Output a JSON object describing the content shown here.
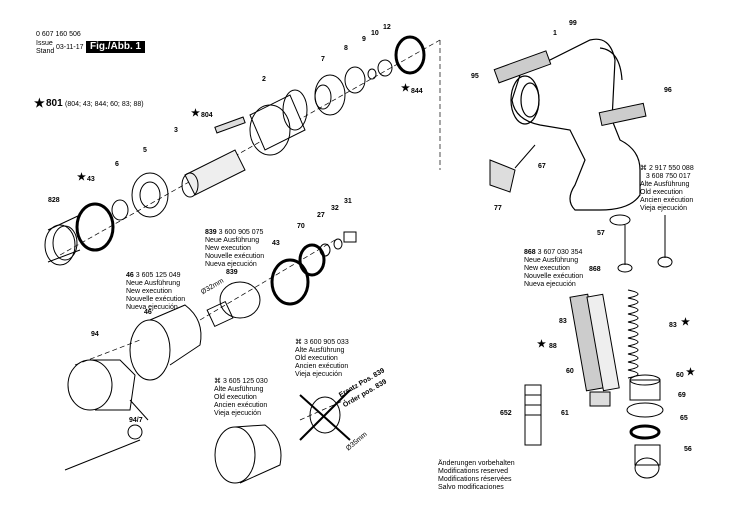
{
  "header": {
    "doc_number": "0 607 160 506",
    "issue_label_1": "Issue",
    "issue_label_2": "Stand",
    "issue_date": "03-11-17",
    "figure_label": "Fig./Abb. 1"
  },
  "set_801": {
    "star": "★",
    "number": "801",
    "contents": "(804; 43; 844; 60; 83; 88)"
  },
  "part_labels": {
    "p99": "99",
    "p1": "1",
    "p95": "95",
    "p96": "96",
    "p12": "12",
    "p10": "10",
    "p9": "9",
    "p8": "8",
    "p7": "7",
    "p844": "844",
    "p2": "2",
    "p804": "804",
    "p3": "3",
    "p5": "5",
    "p6": "6",
    "p43": "43",
    "p828": "828",
    "p67": "67",
    "p77": "77",
    "p57": "57",
    "p70": "70",
    "p27": "27",
    "p32": "32",
    "p31": "31",
    "p839": "839",
    "p43b": "43",
    "p868": "868",
    "p83": "83",
    "p88": "88",
    "p83b": "83",
    "p60": "60",
    "p60b": "60",
    "p69": "69",
    "p61": "61",
    "p652": "652",
    "p65": "65",
    "p56": "56",
    "p94": "94",
    "p947": "94/7",
    "p46": "46",
    "p46b": "46",
    "star": "★"
  },
  "ref_839": {
    "num": "839",
    "code": "3 600 905 075",
    "lines": [
      "Neue Ausführung",
      "New execution",
      "Nouvelle exécution",
      "Nueva ejecución"
    ]
  },
  "ref_46": {
    "num": "46",
    "code": "3 605 125 049",
    "lines": [
      "Neue Ausführung",
      "New execution",
      "Nouvelle exécution",
      "Nueva ejecución"
    ]
  },
  "ref_868": {
    "num": "868",
    "code": "3 607 030 354",
    "lines": [
      "Neue Ausführung",
      "New execution",
      "Nouvelle exécution",
      "Nueva ejecución"
    ]
  },
  "ref_top_right": {
    "sym": "⌘",
    "code1": "2 917 550 088",
    "code2": "3 608 750 017",
    "lines": [
      "Alte Ausführung",
      "Old execution",
      "Ancien exécution",
      "Vieja ejecución"
    ]
  },
  "ref_middle": {
    "sym": "⌘",
    "code": "3 600 905 033",
    "lines": [
      "Alte Ausführung",
      "Old execution",
      "Ancien exécution",
      "Vieja ejecución"
    ]
  },
  "ref_bottom_left": {
    "sym": "⌘",
    "code": "3 605 125 030",
    "lines": [
      "Alte Ausführung",
      "Old execution",
      "Ancien exécution",
      "Vieja ejecución"
    ]
  },
  "replace_note": {
    "line1": "Ersatz Pos. 839",
    "line2": "Order pos. 839"
  },
  "dims": {
    "d32": "Ø32mm",
    "d35": "Ø35mm"
  },
  "footer": {
    "lines": [
      "Änderungen vorbehalten",
      "Modifications reserved",
      "Modifications réservées",
      "Salvo modificaciones"
    ]
  }
}
